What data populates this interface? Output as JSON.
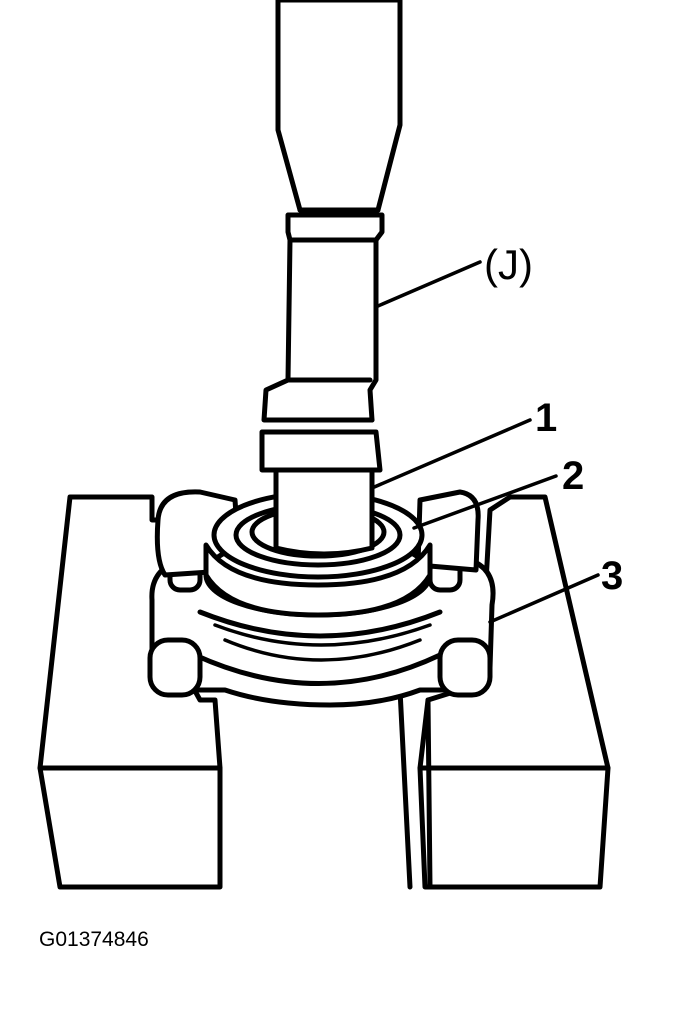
{
  "callouts": {
    "tool": "(J)",
    "part1": "1",
    "part2": "2",
    "part3": "3"
  },
  "figure_id": "G01374846",
  "colors": {
    "ink": "#000000",
    "paper": "#ffffff"
  }
}
